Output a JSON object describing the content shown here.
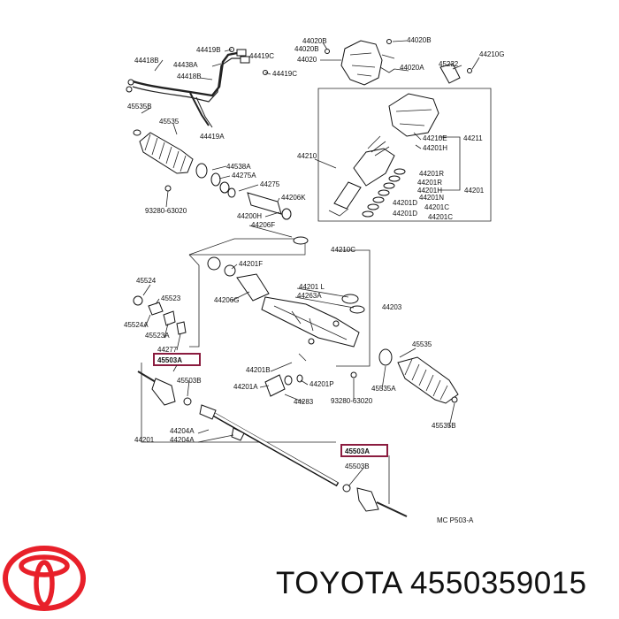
{
  "labels": {
    "l44419B": "44419B",
    "l44419C": "44419C",
    "l44418B": "44418B",
    "l44438A": "44438A",
    "l44418B2": "44418B",
    "l44419C2": "44419C",
    "l45535B": "45535B",
    "l45535": "45535",
    "l44419A": "44419A",
    "l44020B1": "44020B",
    "l44020B2": "44020B",
    "l44020B3": "44020B",
    "l44020": "44020",
    "l44020A": "44020A",
    "l45222": "45222",
    "l44210G": "44210G",
    "l44210E": "44210E",
    "l44211": "44211",
    "l44201H": "44201H",
    "l44210": "44210",
    "l44201R": "44201R",
    "l44201R2": "44201R",
    "l44201H2": "44201H",
    "l44201N": "44201N",
    "l44201": "44201",
    "l44201C1": "44201C",
    "l44201D1": "44201D",
    "l44201D2": "44201D",
    "l44201C2": "44201C",
    "l44538A": "44538A",
    "l44275A": "44275A",
    "l44275": "44275",
    "l44206K": "44206K",
    "l9328": "93280-63020",
    "l44200H": "44200H",
    "l44206F": "44206F",
    "l44210C": "44210C",
    "l44201F": "44201F",
    "l45524": "45524",
    "l45523": "45523",
    "l44206G": "44206G",
    "l44201L": "44201 L",
    "l44263A": "44263A",
    "l44203": "44203",
    "l45524A": "45524A",
    "l45523A": "45523A",
    "l44277": "44277",
    "l45503A1": "45503A",
    "l45503B1": "45503B",
    "l44201B": "44201B",
    "l44201A": "44201A",
    "l44201P": "44201P",
    "l44283": "44283",
    "l45535b2": "45535",
    "l45535Ab": "45535A",
    "l93280b": "93280-63020",
    "l45535B2": "45535B",
    "l44204A1": "44204A",
    "l44204A2": "44204A",
    "l44201b": "44201",
    "l45503A2": "45503A",
    "l45503B2": "45503B",
    "lref": "MC P503-A"
  },
  "brand": "TOYOTA 4550359015",
  "colors": {
    "highlight": "#8b1c3f",
    "logo": "#e8202a",
    "ink": "#111111"
  },
  "icons": {
    "logo": "toyota-logo-icon"
  }
}
